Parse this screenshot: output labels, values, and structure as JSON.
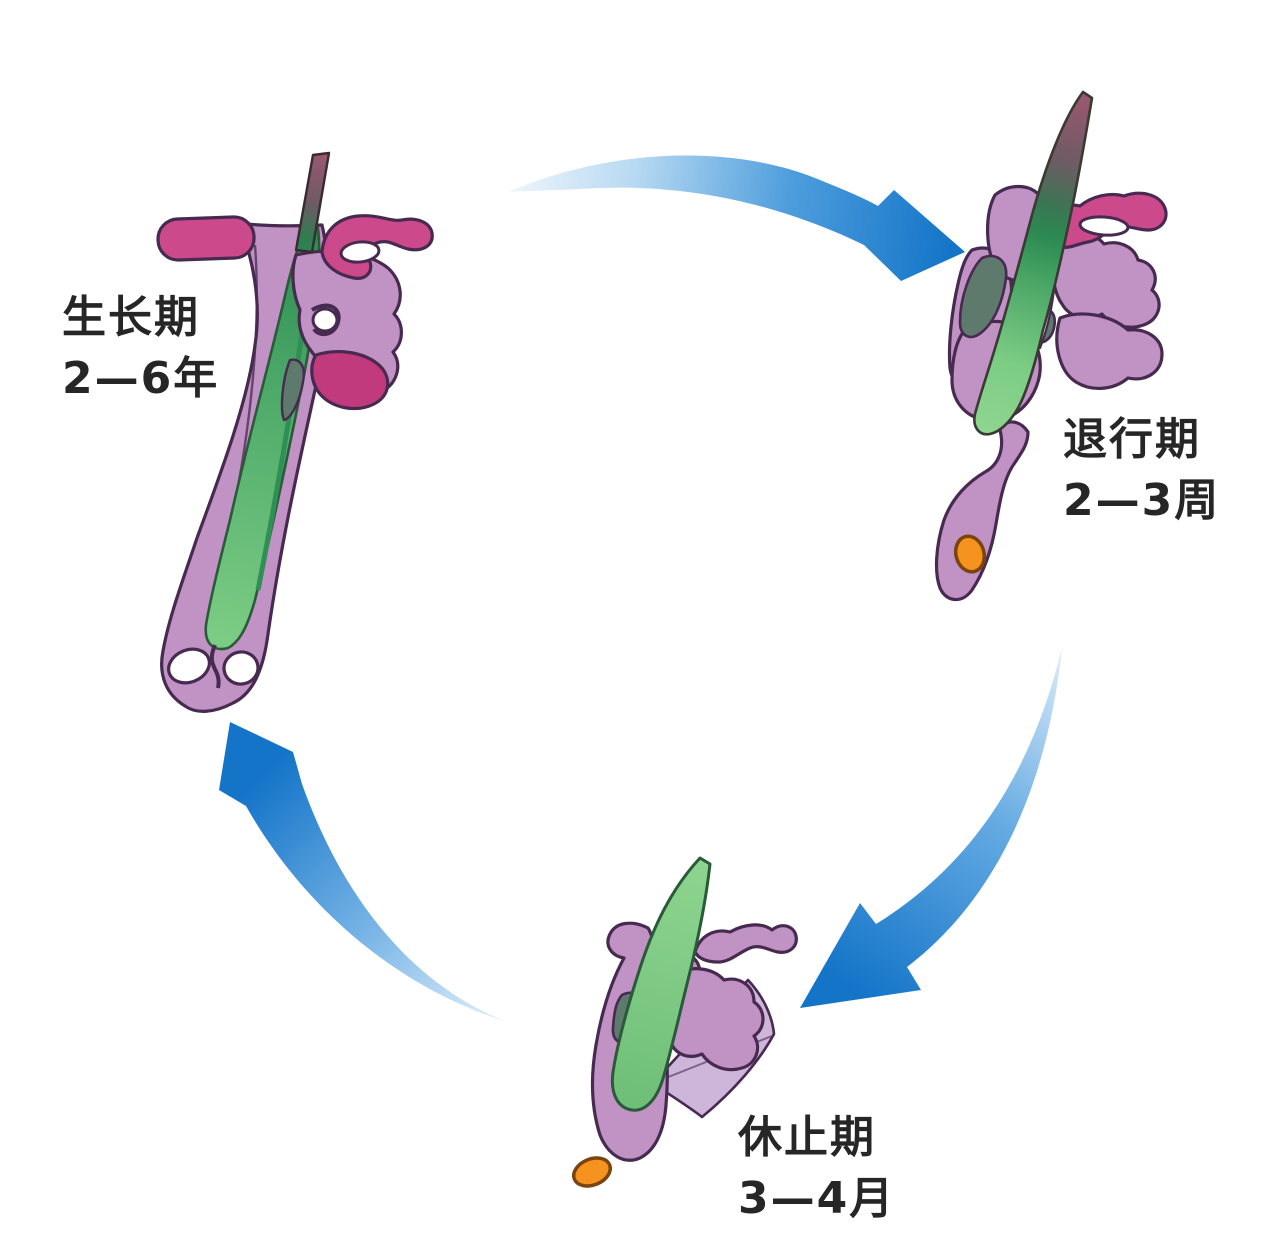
{
  "diagram": {
    "subject": "hair-follicle-growth-cycle",
    "stages": [
      {
        "id": "anagen",
        "name": "生长期",
        "duration": "2—6年"
      },
      {
        "id": "catagen",
        "name": "退行期",
        "duration": "2—3周"
      },
      {
        "id": "telogen",
        "name": "休止期",
        "duration": "3—4月"
      }
    ],
    "colors": {
      "follicle_purple": "#c192c4",
      "follicle_light_purple": "#cdb6da",
      "epidermis_pink": "#cc4a8c",
      "gland_deep_pink": "#c23a7e",
      "hair_green": "#6cc47c",
      "hair_dark_green": "#2c8a52",
      "hair_tip_maroon": "#9a5770",
      "papilla_orange": "#f6921e",
      "arrow_blue": "#1374c8",
      "outline_dark_purple": "#472a50",
      "label_text": "#262626",
      "background": "#ffffff"
    }
  }
}
